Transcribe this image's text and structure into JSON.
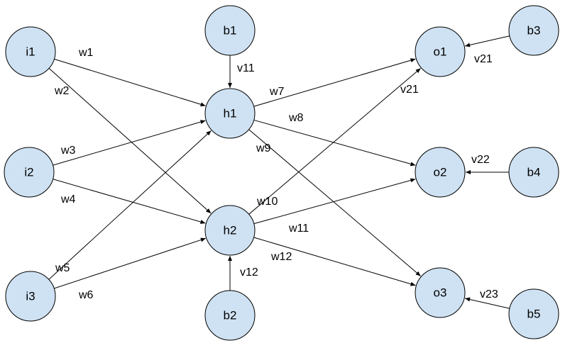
{
  "colors": {
    "node_fill": "#cfe2f3",
    "stroke": "#000000"
  },
  "nodes": [
    {
      "id": "i1",
      "label": "i1"
    },
    {
      "id": "i2",
      "label": "i2"
    },
    {
      "id": "i3",
      "label": "i3"
    },
    {
      "id": "b1",
      "label": "b1"
    },
    {
      "id": "h1",
      "label": "h1"
    },
    {
      "id": "h2",
      "label": "h2"
    },
    {
      "id": "b2",
      "label": "b2"
    },
    {
      "id": "o1",
      "label": "o1"
    },
    {
      "id": "o2",
      "label": "o2"
    },
    {
      "id": "o3",
      "label": "o3"
    },
    {
      "id": "b3",
      "label": "b3"
    },
    {
      "id": "b4",
      "label": "b4"
    },
    {
      "id": "b5",
      "label": "b5"
    }
  ],
  "edges": [
    {
      "from": "i1",
      "to": "h1",
      "label": "w1"
    },
    {
      "from": "i1",
      "to": "h2",
      "label": "w2"
    },
    {
      "from": "i2",
      "to": "h1",
      "label": "w3"
    },
    {
      "from": "i2",
      "to": "h2",
      "label": "w4"
    },
    {
      "from": "i3",
      "to": "h1",
      "label": "w5"
    },
    {
      "from": "i3",
      "to": "h2",
      "label": "w6"
    },
    {
      "from": "b1",
      "to": "h1",
      "label": "v11"
    },
    {
      "from": "b2",
      "to": "h2",
      "label": "v12"
    },
    {
      "from": "h1",
      "to": "o1",
      "label": "w7"
    },
    {
      "from": "h1",
      "to": "o2",
      "label": "w8"
    },
    {
      "from": "h1",
      "to": "o3",
      "label": "w9"
    },
    {
      "from": "h2",
      "to": "o1",
      "label": "w10"
    },
    {
      "from": "h2",
      "to": "o2",
      "label": "w11"
    },
    {
      "from": "h2",
      "to": "o3",
      "label": "w12"
    },
    {
      "from": "b3",
      "to": "o1",
      "label": "v21"
    },
    {
      "from": "b4",
      "to": "o2",
      "label": "v22"
    },
    {
      "from": "b5",
      "to": "o3",
      "label": "v23"
    }
  ],
  "extra_labels": [
    "v21"
  ]
}
